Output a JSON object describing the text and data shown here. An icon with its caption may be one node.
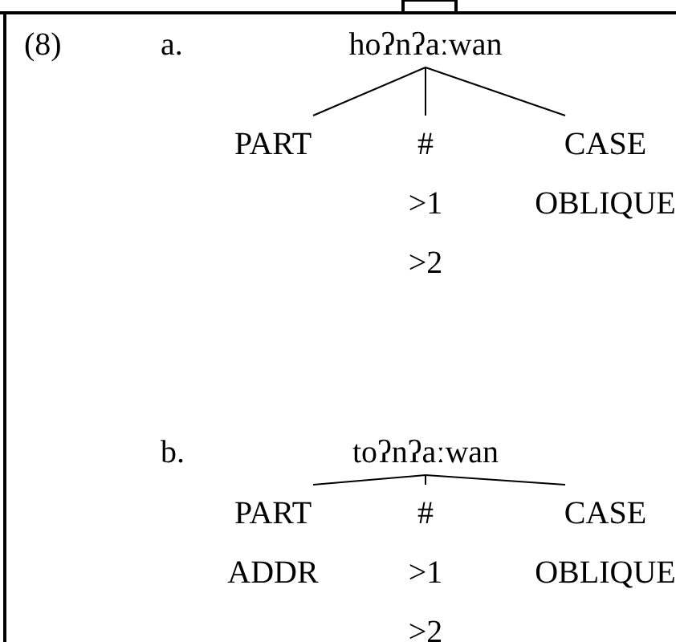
{
  "diagram": {
    "nodes": [
      {
        "text": [
          "hoʔnʔaːwan"
        ]
      },
      {
        "text": [
          "PART"
        ]
      },
      {
        "text": [
          "#",
          ">1",
          ">2"
        ]
      },
      {
        "text": [
          "CASE",
          "OBLIQUE"
        ]
      },
      {
        "text": [
          "toʔnʔaːwan"
        ]
      },
      {
        "text": [
          "PART",
          "ADDR"
        ]
      },
      {
        "text": [
          "#",
          ">1",
          ">2"
        ]
      },
      {
        "text": [
          "CASE",
          "OBLIQUE"
        ]
      }
    ],
    "edges": [
      {
        "from": 0,
        "to": 1,
        "arrow": "none"
      },
      {
        "from": 0,
        "to": 2,
        "arrow": "none"
      },
      {
        "from": 0,
        "to": 3,
        "arrow": "none"
      },
      {
        "from": 4,
        "to": 5,
        "arrow": "none"
      },
      {
        "from": 4,
        "to": 6,
        "arrow": "none"
      },
      {
        "from": 4,
        "to": 7,
        "arrow": "none"
      }
    ],
    "labels": [
      "(8)",
      "a.",
      "b."
    ]
  }
}
